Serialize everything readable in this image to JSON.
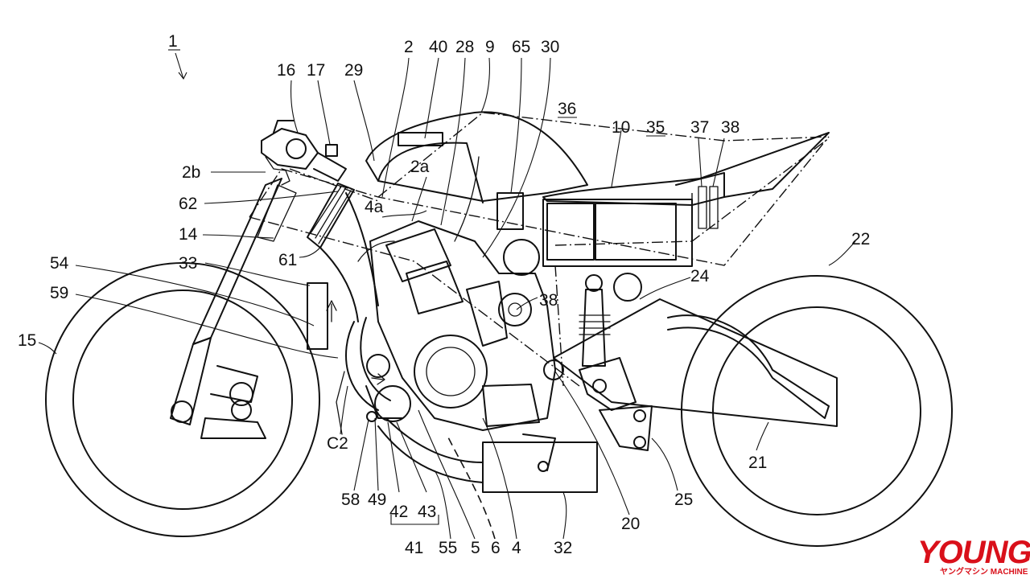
{
  "labels": {
    "l1": "1",
    "l2": "2",
    "l40": "40",
    "l28": "28",
    "l9": "9",
    "l65": "65",
    "l30": "30",
    "l16": "16",
    "l17": "17",
    "l29": "29",
    "l36": "36",
    "l10": "10",
    "l35": "35",
    "l37": "37",
    "l38a": "38",
    "l2b": "2b",
    "l2a": "2a",
    "l62": "62",
    "l4a": "4a",
    "l14": "14",
    "l22": "22",
    "l54": "54",
    "l61": "61",
    "l33": "33",
    "l24": "24",
    "l38b": "38",
    "l59": "59",
    "l15": "15",
    "lC2": "C2",
    "l21": "21",
    "l25": "25",
    "l58": "58",
    "l49": "49",
    "l42": "42",
    "l43": "43",
    "l20": "20",
    "l41": "41",
    "l55": "55",
    "l5": "5",
    "l6": "6",
    "l4": "4",
    "l32": "32"
  },
  "watermark": {
    "brand": "YOUNG",
    "sub": "ヤングマシン  MACHINE",
    "color": "#d9101a"
  }
}
